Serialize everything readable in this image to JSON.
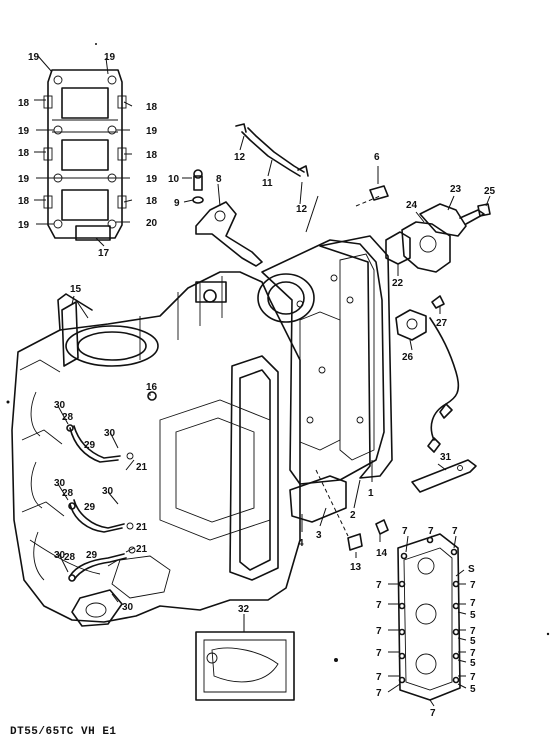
{
  "caption": "DT55/65TC VH E1",
  "labels": {
    "l1": "1",
    "l2": "2",
    "l3": "3",
    "l4": "4",
    "l5": "5",
    "l6": "6",
    "l7": "7",
    "l8": "8",
    "l9": "9",
    "l10": "10",
    "l11": "11",
    "l12": "12",
    "l13": "13",
    "l14": "14",
    "l15": "15",
    "l16": "16",
    "l17": "17",
    "l18": "18",
    "l19": "19",
    "l20": "20",
    "l21": "21",
    "l22": "22",
    "l23": "23",
    "l24": "24",
    "l25": "25",
    "l26": "26",
    "l27": "27",
    "l28": "28",
    "l29": "29",
    "l30": "30",
    "l31": "31",
    "l32": "32",
    "lS": "S"
  }
}
